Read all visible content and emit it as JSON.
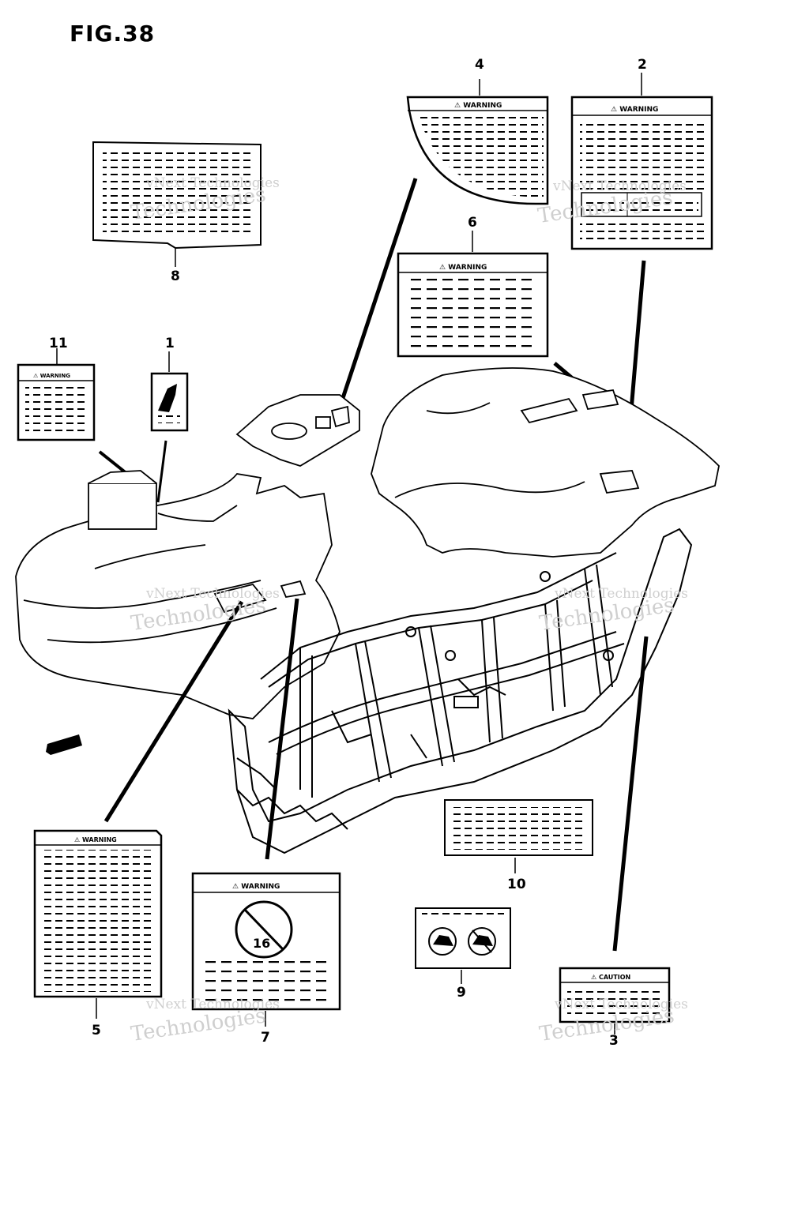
{
  "figure": {
    "title": "FIG.38"
  },
  "label_text": {
    "warning": "WARNING",
    "caution": "CAUTION"
  },
  "callouts": [
    {
      "id": "n1",
      "text": "1"
    },
    {
      "id": "n2",
      "text": "2"
    },
    {
      "id": "n3",
      "text": "3"
    },
    {
      "id": "n4",
      "text": "4"
    },
    {
      "id": "n5",
      "text": "5"
    },
    {
      "id": "n6",
      "text": "6"
    },
    {
      "id": "n7",
      "text": "7"
    },
    {
      "id": "n8",
      "text": "8"
    },
    {
      "id": "n9",
      "text": "9"
    },
    {
      "id": "n10",
      "text": "10"
    },
    {
      "id": "n11",
      "text": "11"
    }
  ],
  "watermark": {
    "line1": "vNext Technologies",
    "line2": "Technologies"
  },
  "colors": {
    "ink": "#000000",
    "watermark": "#cfcfcf",
    "background": "#ffffff"
  }
}
